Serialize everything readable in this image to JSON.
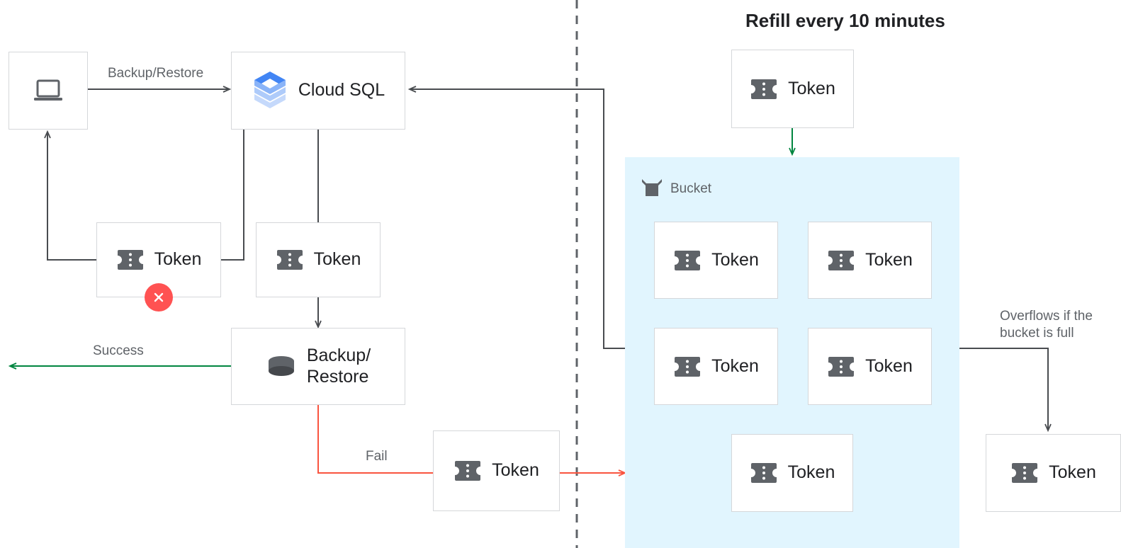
{
  "title": "Refill every 10 minutes",
  "colors": {
    "flow_dark": "#494c50",
    "flow_green": "#00853f",
    "flow_red": "#f9543f",
    "bucket_bg": "#e1f5fe",
    "box_border": "#d5d7da",
    "icon_gray": "#5f6368",
    "error_red": "#ff5252",
    "sql_blue_dark": "#4285f4",
    "sql_blue_mid": "#8ab4f8",
    "sql_blue_light": "#c5d9fb",
    "text_dark": "#202124",
    "text_muted": "#5f6368",
    "divider": "#5f6368"
  },
  "headline": {
    "text": "Refill every 10 minutes"
  },
  "nodes": {
    "client": {
      "label": "",
      "icon": "laptop-icon"
    },
    "cloud_sql": {
      "label": "Cloud SQL",
      "icon": "cloud-sql-icon"
    },
    "token_client": {
      "label": "Token",
      "icon": "token-icon"
    },
    "token_sql": {
      "label": "Token",
      "icon": "token-icon"
    },
    "backup_restore": {
      "label": "Backup/\nRestore",
      "icon": "database-icon"
    },
    "token_fail": {
      "label": "Token",
      "icon": "token-icon"
    },
    "token_refill": {
      "label": "Token",
      "icon": "token-icon"
    },
    "token_overflow": {
      "label": "Token",
      "icon": "token-icon"
    }
  },
  "bucket": {
    "tag_label": "Bucket",
    "tag_icon": "bucket-icon",
    "tokens": [
      {
        "label": "Token"
      },
      {
        "label": "Token"
      },
      {
        "label": "Token"
      },
      {
        "label": "Token"
      },
      {
        "label": "Token"
      }
    ]
  },
  "edge_labels": {
    "backup_restore": "Backup/Restore",
    "success": "Success",
    "fail": "Fail",
    "overflow": "Overflows if the\nbucket is full"
  }
}
